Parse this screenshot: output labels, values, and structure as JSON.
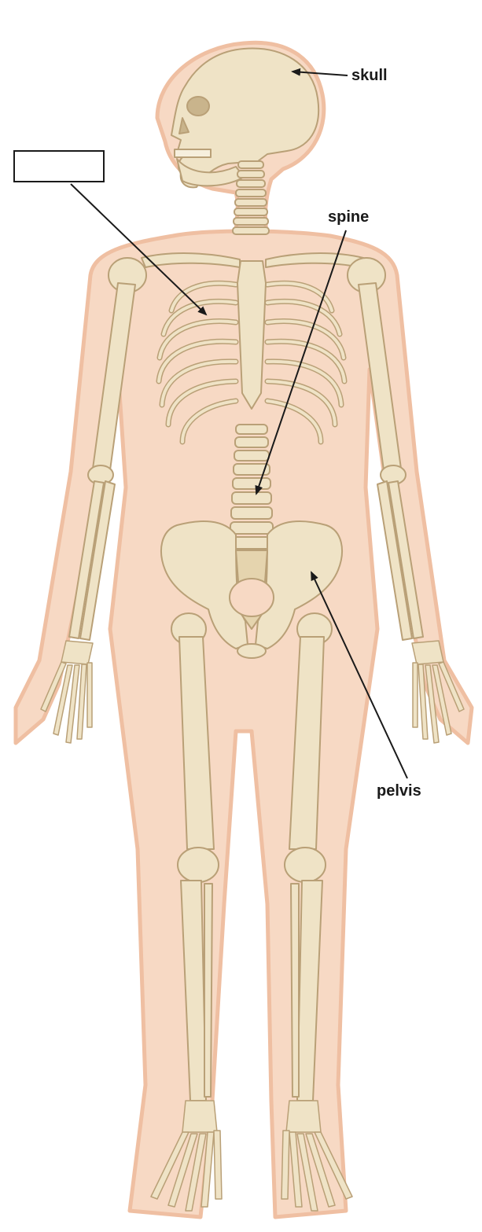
{
  "labels": {
    "skull": "skull",
    "spine": "spine",
    "pelvis": "pelvis",
    "blank_box": ""
  },
  "colors": {
    "background": "#ffffff",
    "body_silhouette": "#f7d9c4",
    "body_outline": "#efbfa2",
    "bone": "#efe3c6",
    "bone_outline": "#b9a077",
    "bone_shadow": "#d6c29a",
    "leader_line": "#1a1a1a",
    "label_text": "#1a1a1a"
  },
  "icons": {
    "figure": "human-skeleton-illustration",
    "arrows": "leader-arrow"
  }
}
